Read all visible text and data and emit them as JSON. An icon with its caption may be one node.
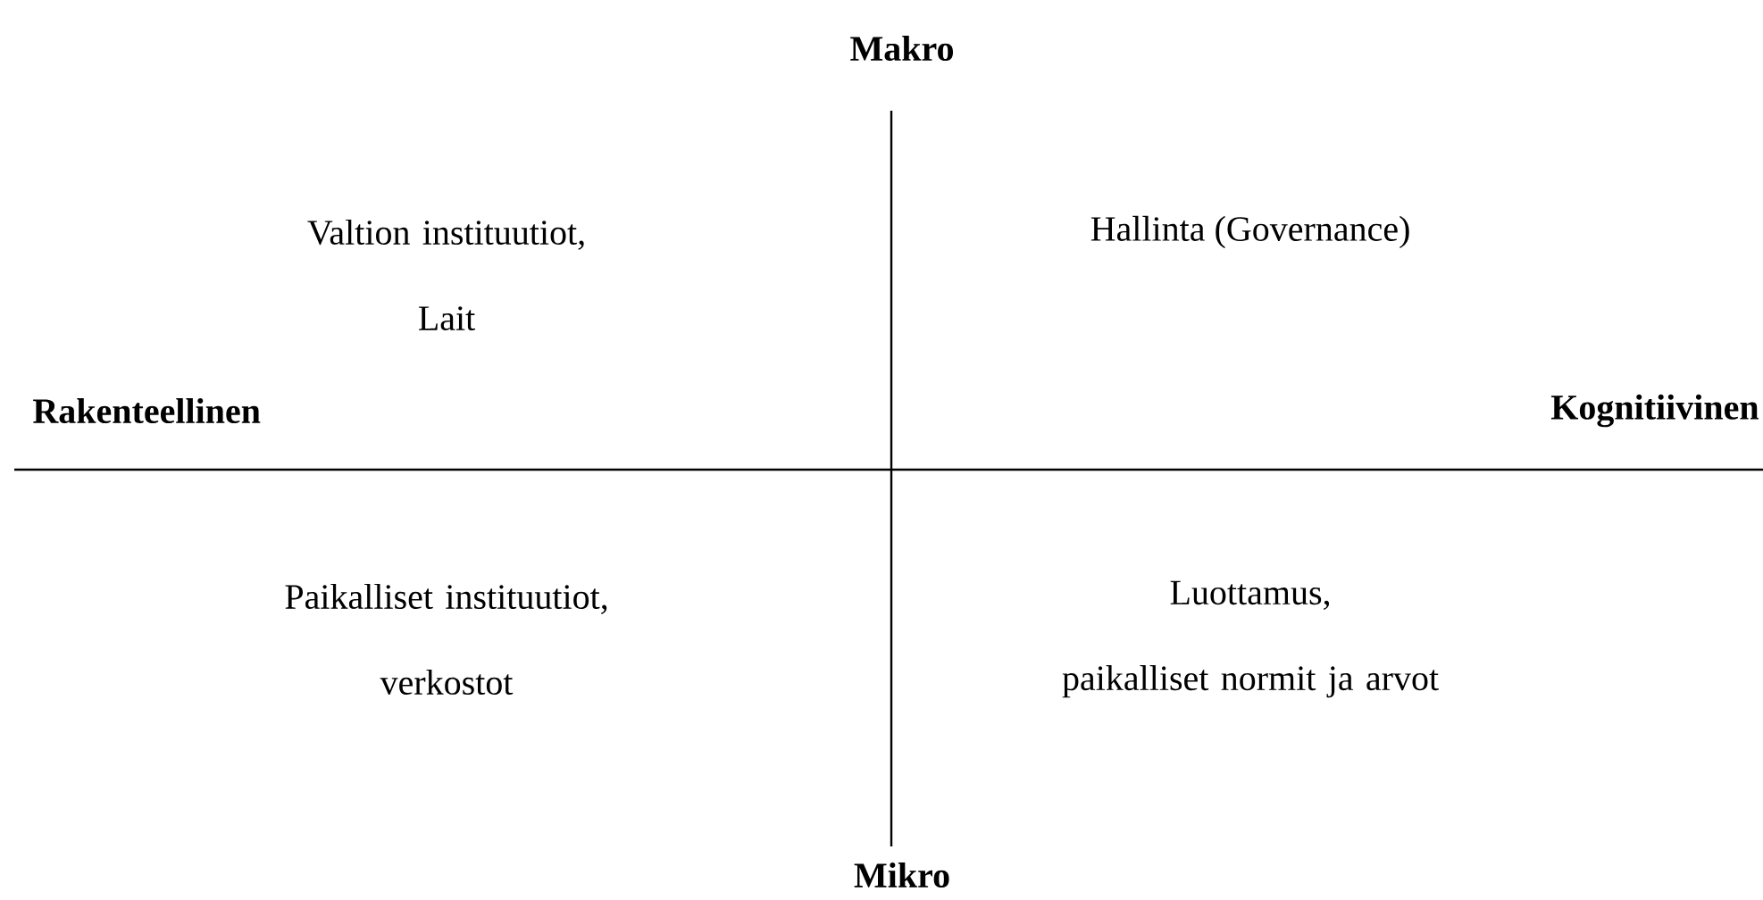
{
  "diagram": {
    "labels": [
      "Makro",
      "Valtion instituutiot, Lait",
      "Hallinta (Governance)",
      "Rakenteellinen",
      "Kognitiivinen",
      "Paikalliset instituutiot, verkostot",
      "Luottamus, paikalliset normit ja arvot",
      "Mikro"
    ]
  }
}
